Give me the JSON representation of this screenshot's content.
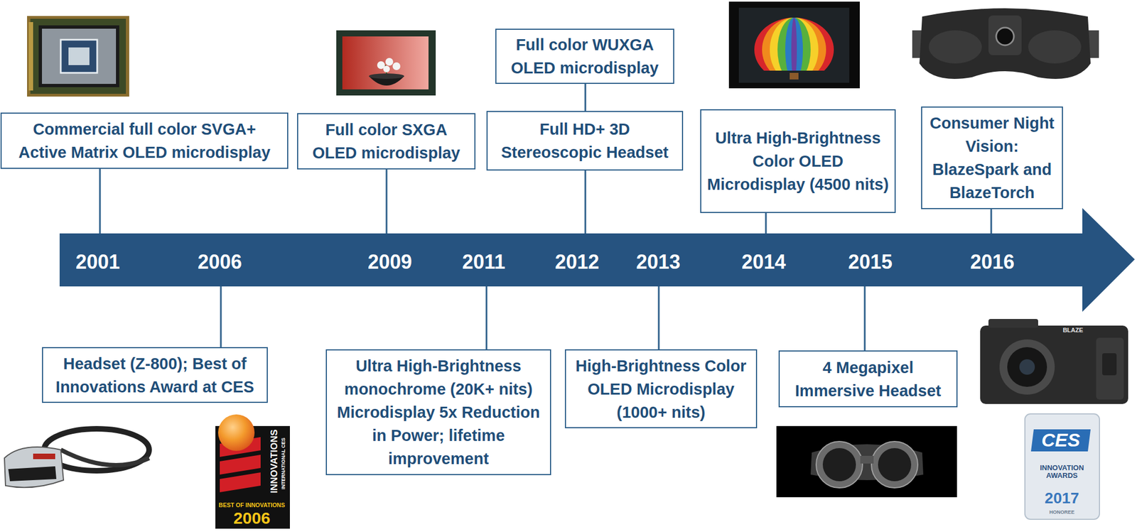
{
  "diagram": {
    "nodes": [
      {
        "text": [
          "2001",
          "2006",
          "2009",
          "2011",
          "2012",
          "2013",
          "2014",
          "2015",
          "2016"
        ]
      },
      {
        "text": [
          "Commercial full color SVGA+ Active Matrix OLED microdisplay"
        ]
      },
      {
        "text": [
          "Headset (Z-800); Best of Innovations Award at CES"
        ]
      },
      {
        "text": [
          "Full color SXGA OLED microdisplay"
        ]
      },
      {
        "text": [
          "Ultra High-Brightness monochrome (20K+ nits) Microdisplay 5x Reduction in Power; lifetime improvement"
        ]
      },
      {
        "text": [
          "Full color WUXGA OLED microdisplay"
        ]
      },
      {
        "text": [
          "Full HD+ 3D Stereoscopic Headset"
        ]
      },
      {
        "text": [
          "High-Brightness Color OLED Microdisplay (1000+ nits)"
        ]
      },
      {
        "text": [
          "Ultra High-Brightness Color OLED Microdisplay (4500 nits)"
        ]
      },
      {
        "text": [
          "4 Megapixel Immersive Headset"
        ]
      },
      {
        "text": [
          "Consumer Night Vision: BlazeSpark and BlazeTorch"
        ]
      }
    ],
    "edges": [
      {
        "from": 1,
        "to": 0,
        "arrow": "none"
      },
      {
        "from": 2,
        "to": 0,
        "arrow": "none"
      },
      {
        "from": 3,
        "to": 0,
        "arrow": "none"
      },
      {
        "from": 4,
        "to": 0,
        "arrow": "none"
      },
      {
        "from": 5,
        "to": 6,
        "arrow": "none"
      },
      {
        "from": 6,
        "to": 0,
        "arrow": "none"
      },
      {
        "from": 7,
        "to": 0,
        "arrow": "none"
      },
      {
        "from": 8,
        "to": 0,
        "arrow": "none"
      },
      {
        "from": 9,
        "to": 0,
        "arrow": "none"
      },
      {
        "from": 10,
        "to": 0,
        "arrow": "none"
      }
    ],
    "labels": [
      "INNOVATIONS",
      "INTERNATIONAL CES",
      "BEST OF INNOVATIONS",
      "2006",
      "CES",
      "INNOVATION AWARDS",
      "2017",
      "HONOREE",
      "BLAZE"
    ]
  }
}
